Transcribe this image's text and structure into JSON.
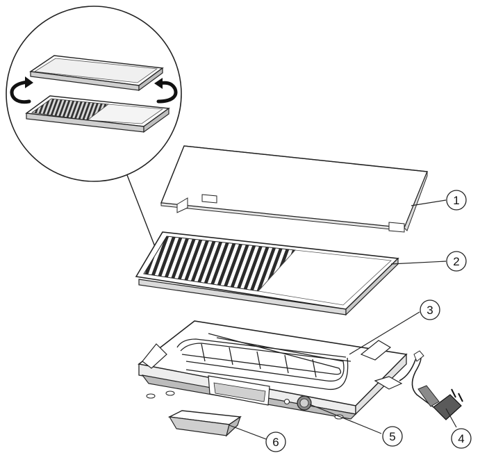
{
  "diagram": {
    "callouts": [
      {
        "id": "lid",
        "label": "1"
      },
      {
        "id": "grill-plate",
        "label": "2"
      },
      {
        "id": "heating-element",
        "label": "3"
      },
      {
        "id": "power-cord",
        "label": "4"
      },
      {
        "id": "thermostat-knob",
        "label": "5"
      },
      {
        "id": "drip-tray",
        "label": "6"
      }
    ],
    "colors": {
      "line": "#222222",
      "fill": "#ffffff",
      "ribs": "#444444",
      "shade": "#9a9a9a"
    }
  }
}
